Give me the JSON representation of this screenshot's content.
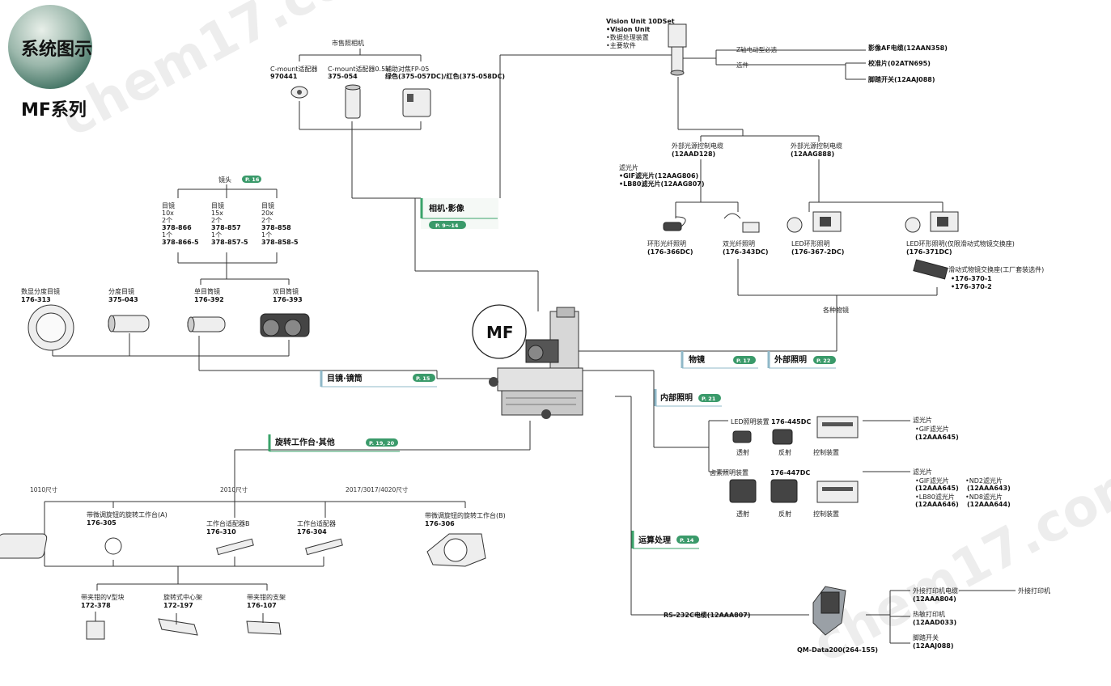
{
  "header": {
    "title": "系统图示",
    "series": "MF系列"
  },
  "watermark": "chem17.com",
  "center": {
    "label": "MF"
  },
  "sections": {
    "camera": {
      "label": "相机·影像",
      "page": "P. 9～14"
    },
    "eyepiece": {
      "label": "目镜·镜筒",
      "page": "P. 15"
    },
    "objective": {
      "label": "物镜",
      "page": "P. 17"
    },
    "external_light": {
      "label": "外部照明",
      "page": "P. 22"
    },
    "internal_light": {
      "label": "内部照明",
      "page": "P. 21"
    },
    "stage": {
      "label": "旋转工作台·其他",
      "page": "P. 19, 20"
    },
    "processing": {
      "label": "运算处理",
      "page": "P. 14"
    },
    "lens": {
      "label": "镜头",
      "page": "P. 16"
    }
  },
  "camera_group": {
    "title": "市售照相机",
    "items": [
      {
        "name": "C-mount适配器",
        "code": "970441"
      },
      {
        "name": "C-mount适配器0.5x",
        "code": "375-054"
      },
      {
        "name": "辅助对焦FP-05",
        "code": "绿色(375-057DC)/红色(375-058DC)"
      }
    ]
  },
  "vision_unit": {
    "title": "Vision Unit 10DSet",
    "lines": [
      "•Vision Unit",
      "•数据处理装置",
      "•主要软件"
    ],
    "branch_labels": [
      "Z轴电动型必选",
      "选件"
    ],
    "items": [
      "影像AF电缆(12AAN358)",
      "校准片(02ATN695)",
      "脚踏开关(12AAJ088)"
    ]
  },
  "light_cables": [
    {
      "name": "外部光源控制电缆",
      "code": "(12AAD128)"
    },
    {
      "name": "外部光源控制电缆",
      "code": "(12AAG888)"
    }
  ],
  "filter_top": {
    "lines": [
      "滤光片",
      "•GIF滤光片(12AAG806)",
      "•LB80滤光片(12AAG807)"
    ]
  },
  "ext_lights": [
    {
      "name": "环形光纤照明",
      "code": "(176-366DC)"
    },
    {
      "name": "双光纤照明",
      "code": "(176-343DC)"
    },
    {
      "name": "LED环形照明",
      "code": "(176-367-2DC)"
    },
    {
      "name": "LED环形照明(仅限滑动式物镜交换座)",
      "code": "(176-371DC)"
    }
  ],
  "slide_changer": {
    "name": "滑动式物镜交换座(工厂套装选件)",
    "codes": [
      "•176-370-1",
      "•176-370-2"
    ]
  },
  "objective_note": "各种物镜",
  "lens_items": [
    {
      "lines": [
        "目镜",
        "10x",
        "2个",
        "378-866",
        "1个",
        "378-866-5"
      ]
    },
    {
      "lines": [
        "目镜",
        "15x",
        "2个",
        "378-857",
        "1个",
        "378-857-5"
      ]
    },
    {
      "lines": [
        "目镜",
        "20x",
        "2个",
        "378-858",
        "1个",
        "378-858-5"
      ]
    }
  ],
  "eyepieces": [
    {
      "name": "数显分度目镜",
      "code": "176-313"
    },
    {
      "name": "分度目镜",
      "code": "375-043"
    },
    {
      "name": "单目筒镜",
      "code": "176-392"
    },
    {
      "name": "双目筒镜",
      "code": "176-393"
    }
  ],
  "internal": {
    "led": {
      "name": "LED照明装置",
      "code": "176-445DC",
      "labels": [
        "透射",
        "反射",
        "控制装置"
      ]
    },
    "halogen": {
      "name": "卤素照明装置",
      "code": "176-447DC",
      "labels": [
        "透射",
        "反射",
        "控制装置"
      ]
    },
    "filter_led": [
      "滤光片",
      "•GIF滤光片",
      "(12AAA645)"
    ],
    "filter_halogen": [
      "滤光片",
      "•GIF滤光片",
      "(12AAA645)",
      "•LB80滤光片",
      "(12AAA646)",
      "•ND2滤光片",
      "(12AAA643)",
      "•ND8滤光片",
      "(12AAA644)"
    ]
  },
  "stage_group": {
    "size_labels": [
      "1010尺寸",
      "2010尺寸",
      "2017/3017/4020尺寸"
    ],
    "items": [
      {
        "name": "带微调旋钮的旋转工作台(A)",
        "code": "176-305"
      },
      {
        "name": "工作台适配器B",
        "code": "176-310"
      },
      {
        "name": "工作台适配器",
        "code": "176-304"
      },
      {
        "name": "带微调旋钮的旋转工作台(B)",
        "code": "176-306"
      }
    ],
    "accessories": [
      {
        "name": "带夹钳的V型块",
        "code": "172-378"
      },
      {
        "name": "旋转式中心架",
        "code": "172-197"
      },
      {
        "name": "带夹钳的支架",
        "code": "176-107"
      }
    ]
  },
  "processing_group": {
    "cable": "RS-232C电缆(12AAA807)",
    "device": "QM-Data200(264-155)",
    "items": [
      {
        "name": "外接打印机电缆",
        "code": "(12AAA804)"
      },
      {
        "name": "热敏打印机",
        "code": "(12AAD033)"
      },
      {
        "name": "脚踏开关",
        "code": "(12AAJ088)"
      }
    ],
    "printer": "外接打印机"
  },
  "colors": {
    "badge": "#3a9a6a",
    "accent_green": "#3aa36a",
    "accent_blue": "#8fb8c8",
    "circle_top": "#dbe7df",
    "circle_bottom": "#3f7564"
  }
}
